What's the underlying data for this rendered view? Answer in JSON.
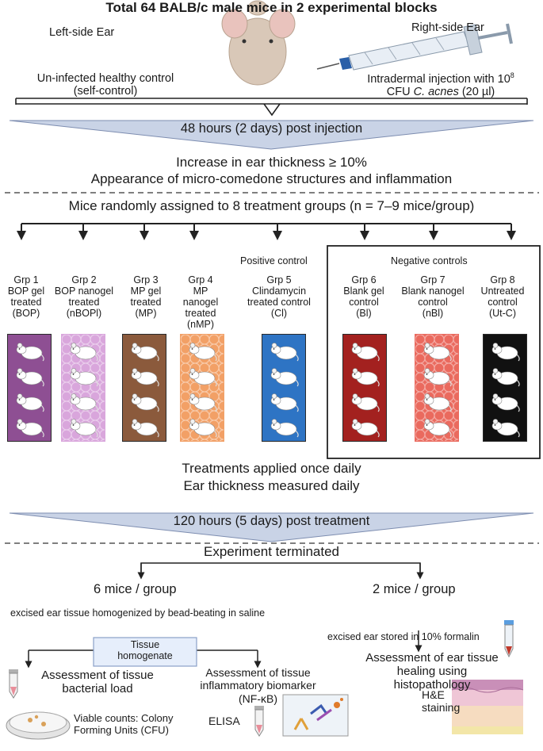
{
  "header": {
    "title": "Total 64 BALB/c male mice  in 2 experimental blocks",
    "left_ear": "Left-side Ear",
    "right_ear": "Right-side Ear",
    "left_desc": "Un-infected healthy control\n(self-control)",
    "right_desc_pre": "Intradermal injection with 10",
    "right_desc_sup": "8",
    "right_desc_cfu": "CFU ",
    "right_desc_italic": "C. acnes",
    "right_desc_post": " (20 µl)"
  },
  "timeline": {
    "step1": "48 hours (2 days) post injection",
    "step2": "120 hours (5 days) post treatment"
  },
  "criteria": {
    "line1": "Increase in ear thickness ≥ 10%",
    "line2": "Appearance of micro-comedone structures and inflammation"
  },
  "assignment": "Mice randomly assigned to 8  treatment groups (n = 7–9 mice/group)",
  "positive_control": "Positive control",
  "negative_controls": "Negative controls",
  "groups": [
    {
      "label": "Grp 1\nBOP gel\ntreated\n(BOP)",
      "color": "#8e4f93"
    },
    {
      "label": "Grp 2\nBOP nanogel\ntreated\n(nBOPl)",
      "color": "#d9a6dc"
    },
    {
      "label": "Grp 3\nMP gel\ntreated\n(MP)",
      "color": "#8b5a3c"
    },
    {
      "label": "Grp 4\nMP nanogel\ntreated\n(nMP)",
      "color": "#f2a066"
    },
    {
      "label": "Grp 5\nClindamycin\ntreated control\n(Cl)",
      "color": "#2e74c4"
    },
    {
      "label": "Grp 6\nBlank gel\ncontrol\n(Bl)",
      "color": "#a3211f"
    },
    {
      "label": "Grp 7\nBlank nanogel\ncontrol\n(nBl)",
      "color": "#ea6a5e"
    },
    {
      "label": "Grp 8\nUntreated\ncontrol\n(Ut-C)",
      "color": "#111111"
    }
  ],
  "treatment": {
    "line1": "Treatments  applied once daily",
    "line2": "Ear thickness measured  daily"
  },
  "terminated": "Experiment terminated",
  "branch_left": {
    "count": "6 mice / group",
    "desc": "excised ear tissue homogenized by bead-beating in saline",
    "homogenate": "Tissue\nhomogenate",
    "bacterial": "Assessment of tissue\nbacterial load",
    "viable": "Viable counts: Colony\nForming Units (CFU)",
    "biomarker_pre": "Assessment of tissue\ninflammatory biomarker",
    "biomarker_nf": "(NF-κB)",
    "elisa": "ELISA"
  },
  "branch_right": {
    "count": "2 mice / group",
    "desc": "excised ear stored in 10% formalin",
    "histo": "Assessment of ear tissue\nhealing using\nhistopathology",
    "he": "H&E\nstaining"
  }
}
